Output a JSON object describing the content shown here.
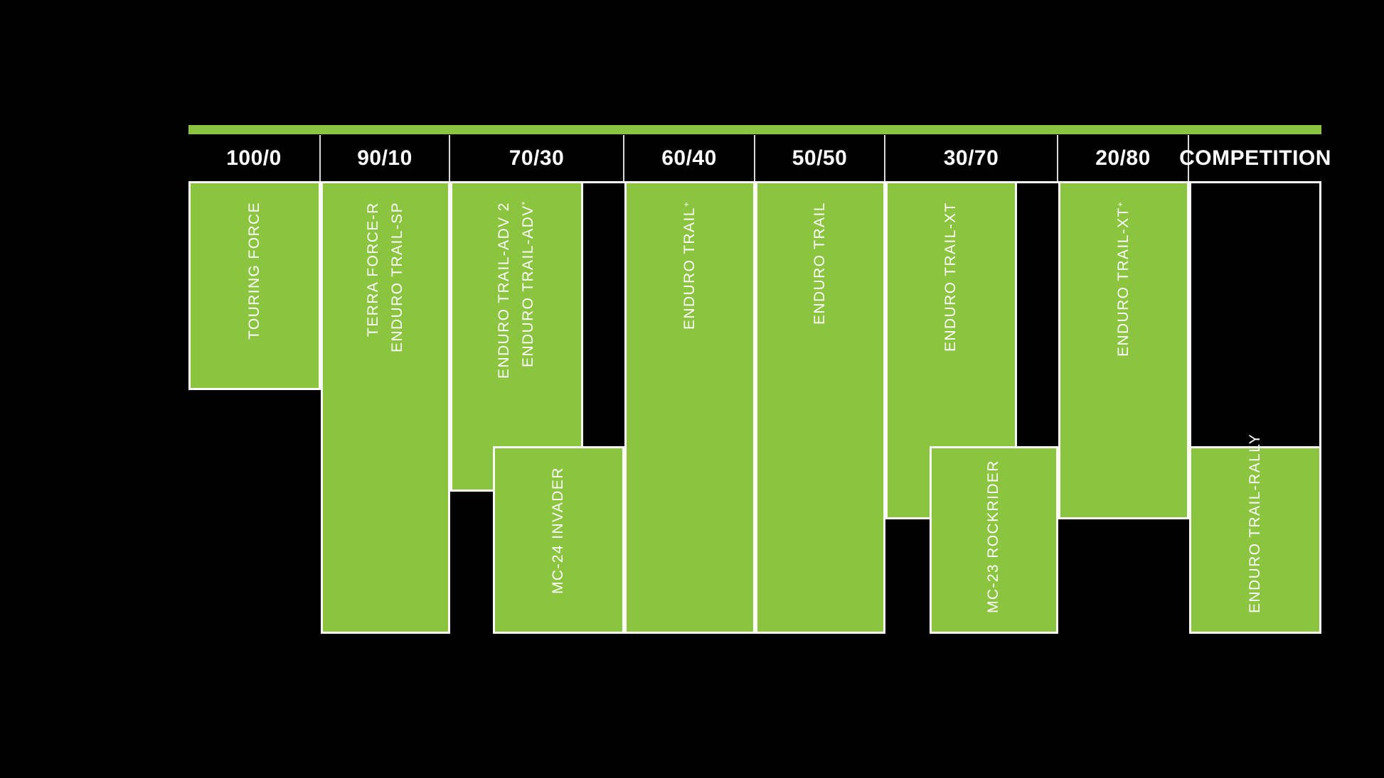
{
  "colors": {
    "background": "#000000",
    "green": "#8BC53F",
    "line_white": "#FAFAF8",
    "header_text": "#FFFFFF",
    "block_text": "#FFFFFF"
  },
  "header": {
    "columns": [
      "100/0",
      "90/10",
      "70/30",
      "60/40",
      "50/50",
      "30/70",
      "20/80",
      "COMPETITION"
    ]
  },
  "blocks": {
    "touring": {
      "lines": [
        "TOURING FORCE"
      ]
    },
    "terra": {
      "lines": [
        "TERRA FORCE-R",
        "ENDURO TRAIL-SP"
      ]
    },
    "adv": {
      "lines": [
        "ENDURO TRAIL-ADV 2",
        "ENDURO TRAIL-ADV"
      ],
      "sup": "*"
    },
    "mc24": {
      "lines": [
        "MC-24 INVADER"
      ]
    },
    "trailplus": {
      "lines": [
        "ENDURO TRAIL"
      ],
      "sup": "+"
    },
    "trail": {
      "lines": [
        "ENDURO TRAIL"
      ]
    },
    "xt": {
      "lines": [
        "ENDURO TRAIL-XT"
      ]
    },
    "mc23": {
      "lines": [
        "MC-23 ROCKRIDER"
      ]
    },
    "xtplus": {
      "lines": [
        "ENDURO TRAIL-XT"
      ],
      "sup": "+"
    },
    "rally": {
      "lines": [
        "ENDURO TRAIL-RALLY"
      ]
    }
  },
  "chart_data": {
    "type": "table",
    "title": "",
    "categories": [
      "100/0",
      "90/10",
      "70/30",
      "60/40",
      "50/50",
      "30/70",
      "20/80",
      "COMPETITION"
    ],
    "legend_position": "none",
    "grid": false,
    "items": [
      {
        "label": "TOURING FORCE",
        "categories": [
          "100/0"
        ],
        "row": "upper"
      },
      {
        "label": "TERRA FORCE-R",
        "categories": [
          "90/10"
        ],
        "row": "full"
      },
      {
        "label": "ENDURO TRAIL-SP",
        "categories": [
          "90/10"
        ],
        "row": "full"
      },
      {
        "label": "ENDURO TRAIL-ADV 2",
        "categories": [
          "70/30"
        ],
        "row": "upper"
      },
      {
        "label": "ENDURO TRAIL-ADV*",
        "categories": [
          "70/30"
        ],
        "row": "upper"
      },
      {
        "label": "MC-24 INVADER",
        "categories": [
          "70/30"
        ],
        "row": "lower"
      },
      {
        "label": "ENDURO TRAIL+",
        "categories": [
          "60/40"
        ],
        "row": "full"
      },
      {
        "label": "ENDURO TRAIL",
        "categories": [
          "50/50"
        ],
        "row": "full"
      },
      {
        "label": "ENDURO TRAIL-XT",
        "categories": [
          "30/70"
        ],
        "row": "upper"
      },
      {
        "label": "MC-23 ROCKRIDER",
        "categories": [
          "30/70"
        ],
        "row": "lower"
      },
      {
        "label": "ENDURO TRAIL-XT+",
        "categories": [
          "20/80"
        ],
        "row": "upper"
      },
      {
        "label": "ENDURO TRAIL-RALLY",
        "categories": [
          "COMPETITION"
        ],
        "row": "lower"
      }
    ]
  }
}
